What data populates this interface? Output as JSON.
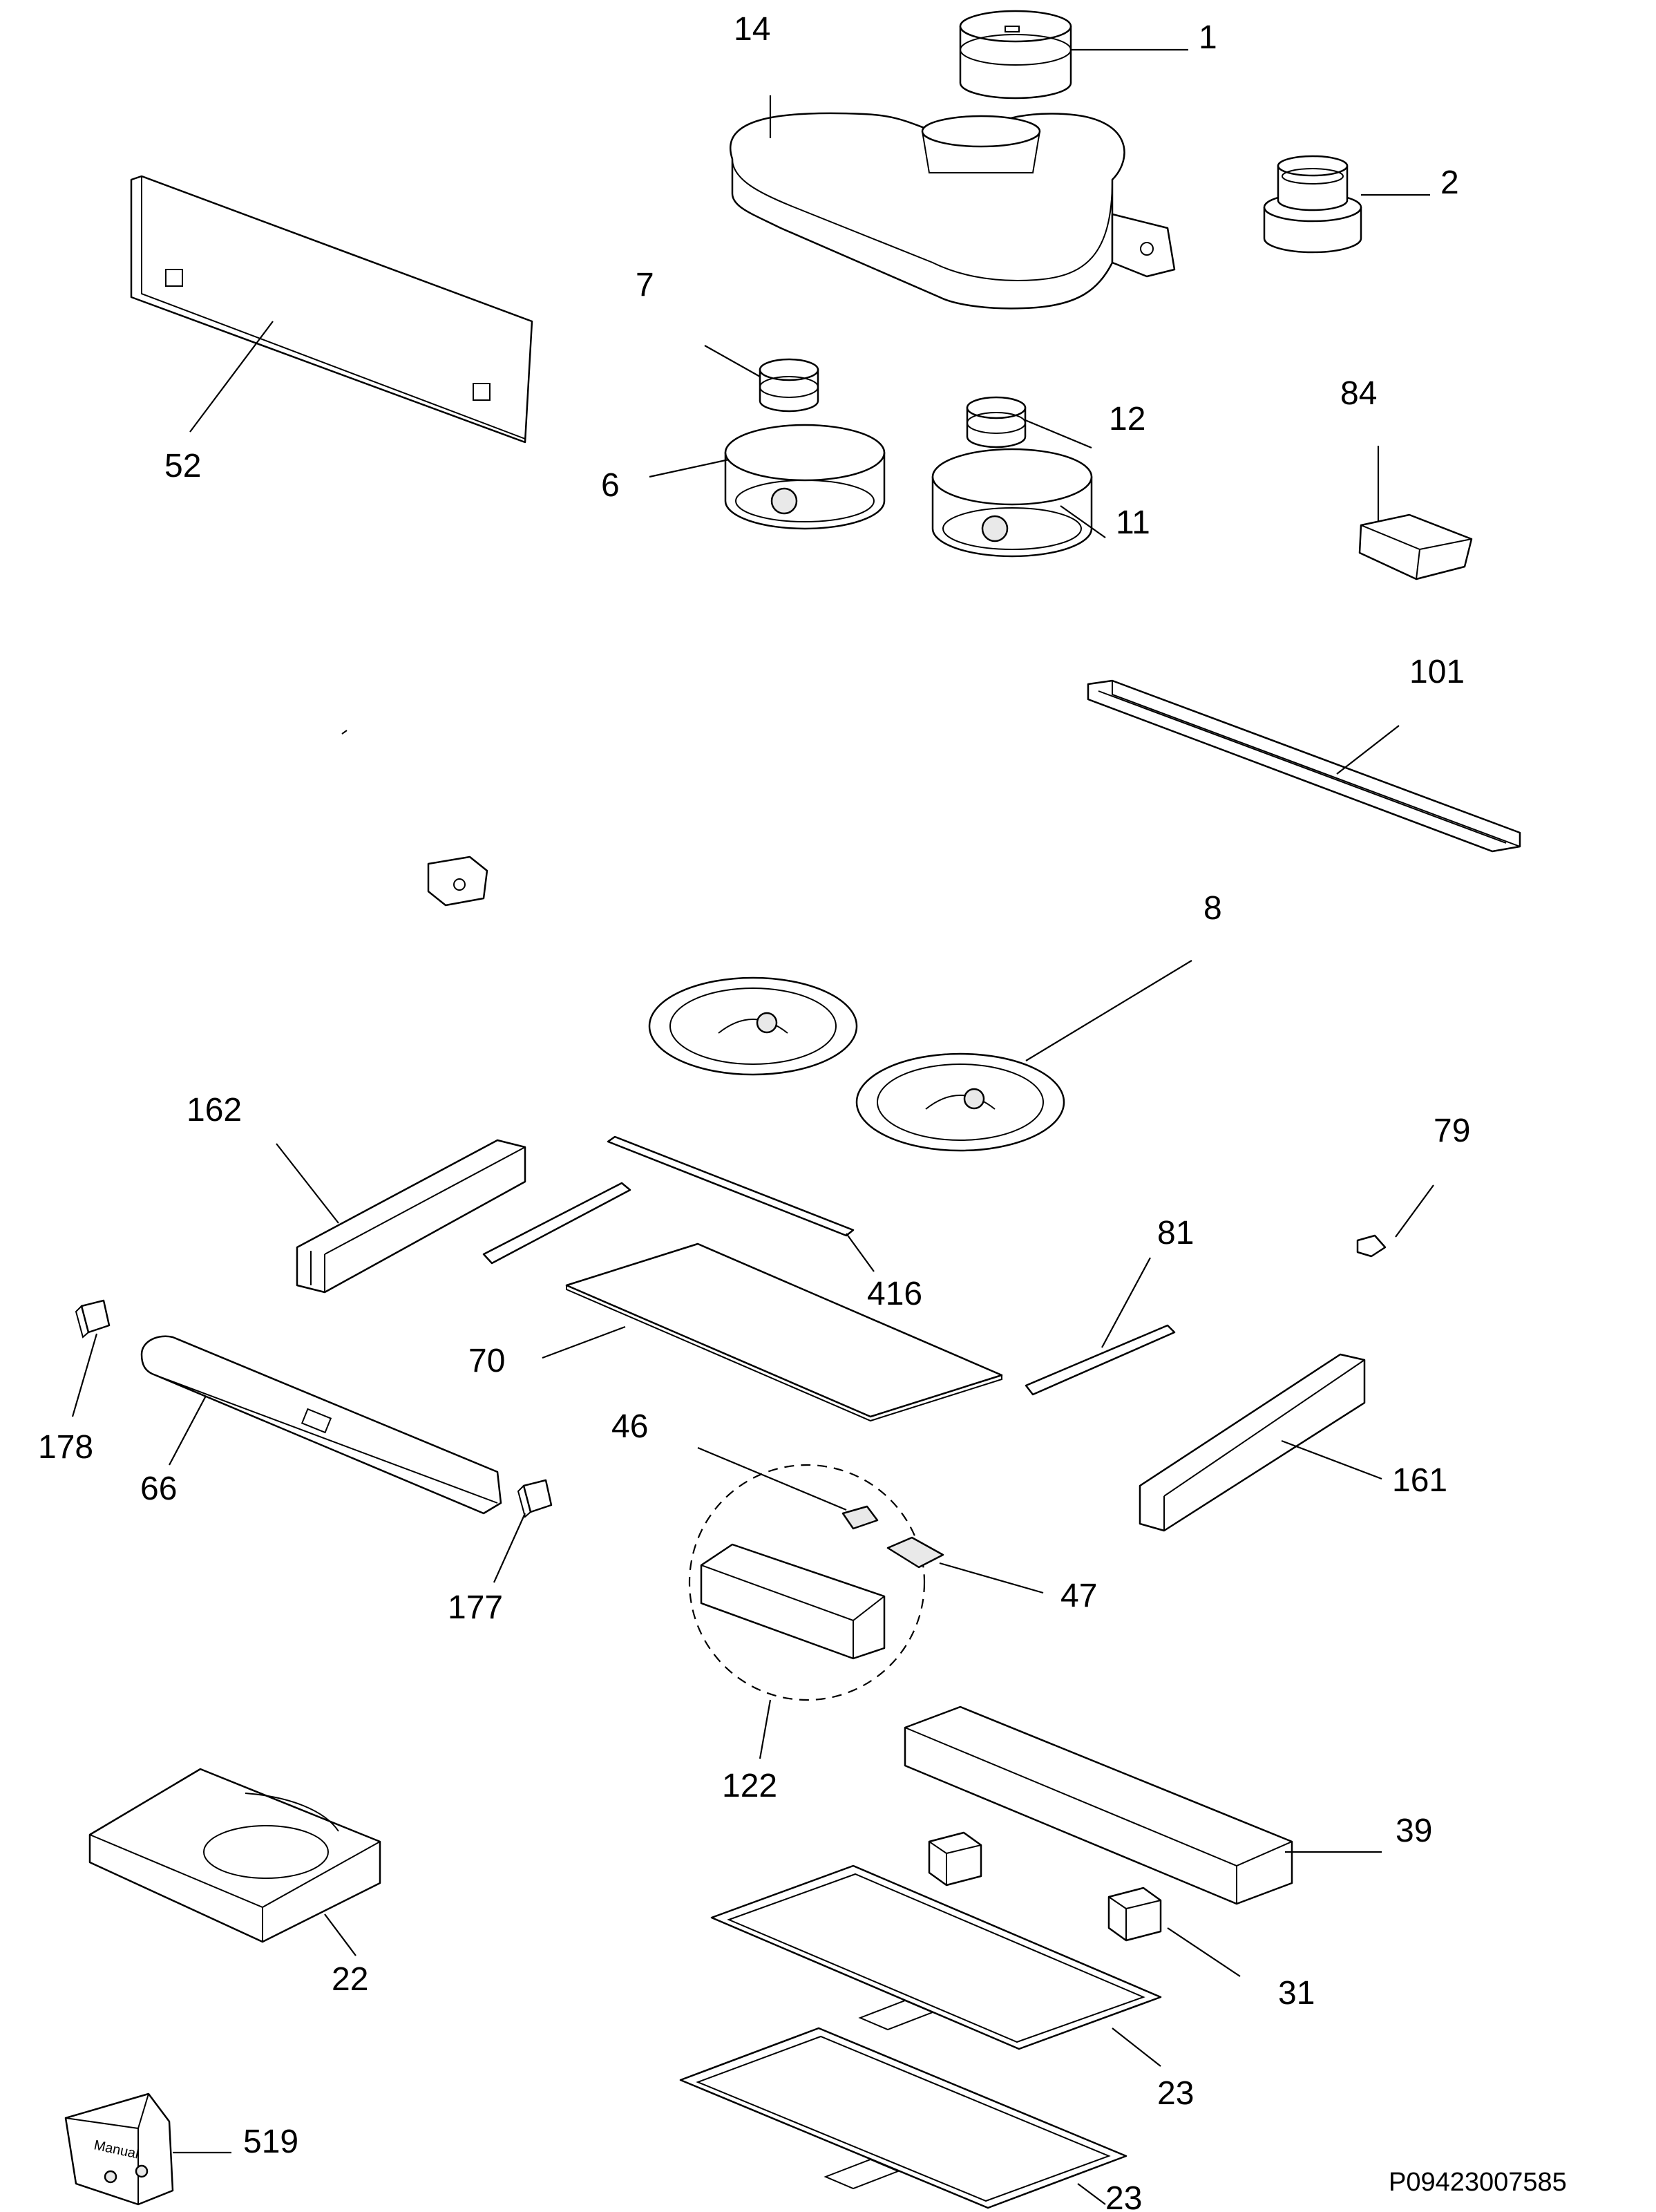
{
  "diagram": {
    "drawing_code": "P09423007585",
    "bag_label": "Manual",
    "callouts": {
      "p1": "1",
      "p2": "2",
      "p14": "14",
      "p52": "52",
      "p7": "7",
      "p6": "6",
      "p12": "12",
      "p11": "11",
      "p84": "84",
      "p101": "101",
      "p8": "8",
      "p162": "162",
      "p79": "79",
      "p81": "81",
      "p416": "416",
      "p70": "70",
      "p178": "178",
      "p66": "66",
      "p46": "46",
      "p161": "161",
      "p177": "177",
      "p47": "47",
      "p122": "122",
      "p39": "39",
      "p22": "22",
      "p31": "31",
      "p23a": "23",
      "p519": "519",
      "p23b": "23"
    }
  }
}
